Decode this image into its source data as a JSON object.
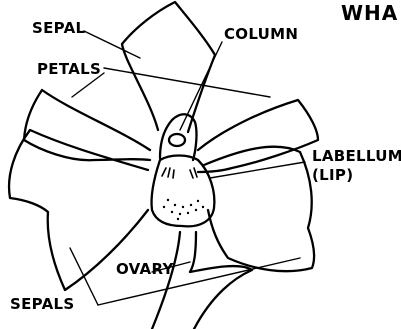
{
  "title_fragment": "WHA",
  "labels": {
    "sepal_top": "SEPAL",
    "column": "COLUMN",
    "petals": "PETALS",
    "labellum": "LABELLUM",
    "lip": "(LIP)",
    "ovary": "OVARY",
    "sepals_bottom": "SEPALS"
  },
  "colors": {
    "ink": "#000000",
    "paper": "#ffffff"
  }
}
